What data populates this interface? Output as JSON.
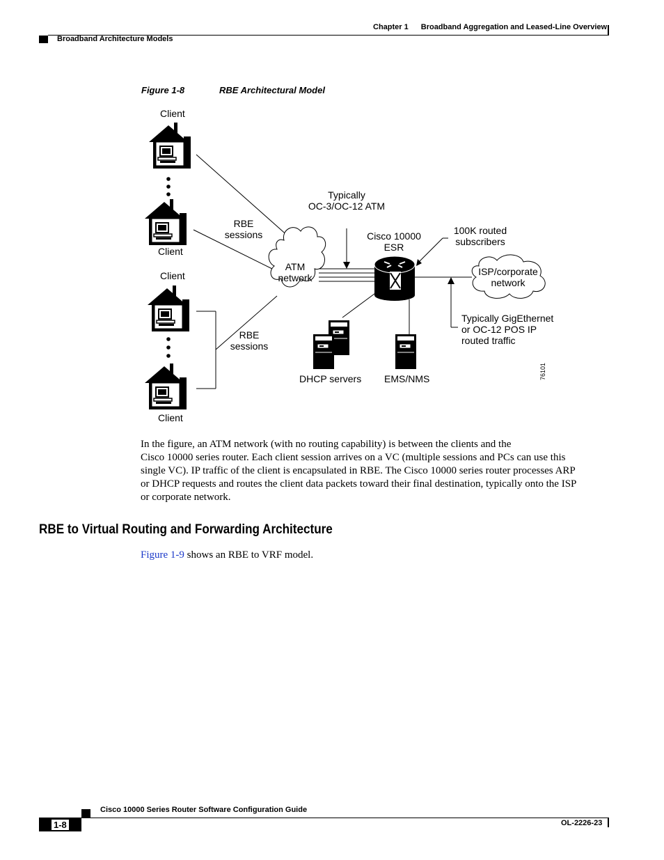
{
  "header": {
    "chapter_label": "Chapter 1",
    "chapter_title": "Broadband Aggregation and Leased-Line Overview",
    "section": "Broadband Architecture Models"
  },
  "figure": {
    "number": "Figure 1-8",
    "title": "RBE Architectural Model",
    "labels": {
      "client_top": "Client",
      "client_2": "Client",
      "client_3": "Client",
      "client_bottom": "Client",
      "rbe_sessions_top_1": "RBE",
      "rbe_sessions_top_2": "sessions",
      "rbe_sessions_bottom_1": "RBE",
      "rbe_sessions_bottom_2": "sessions",
      "typically_1": "Typically",
      "typically_2": "OC-3/OC-12 ATM",
      "atm_1": "ATM",
      "atm_2": "network",
      "cisco_1": "Cisco 10000",
      "cisco_2": "ESR",
      "routed_1": "100K routed",
      "routed_2": "subscribers",
      "isp_1": "ISP/corporate",
      "isp_2": "network",
      "gig_1": "Typically GigEthernet",
      "gig_2": "or OC-12 POS IP",
      "gig_3": "routed traffic",
      "dhcp": "DHCP servers",
      "ems": "EMS/NMS",
      "art_id": "76101"
    },
    "icons": [
      "house-client-icon",
      "router-icon",
      "server-icon",
      "cloud-icon"
    ]
  },
  "body": {
    "line1": "In the figure, an ATM network (with no routing capability) is between the clients and the",
    "line2": "Cisco 10000 series router. Each client session arrives on a VC (multiple sessions and PCs can use this",
    "line3": "single VC). IP traffic of the client is encapsulated in RBE. The Cisco 10000 series router processes ARP",
    "line4": "or DHCP requests and routes the client data packets toward their final destination, typically onto the ISP",
    "line5": "or corporate network."
  },
  "section": {
    "heading": "RBE to Virtual Routing and Forwarding Architecture",
    "ref_link": "Figure 1-9",
    "ref_text": " shows an RBE to VRF model."
  },
  "footer": {
    "guide_title": "Cisco 10000 Series Router Software Configuration Guide",
    "page_number": "1-8",
    "doc_number": "OL-2226-23"
  }
}
